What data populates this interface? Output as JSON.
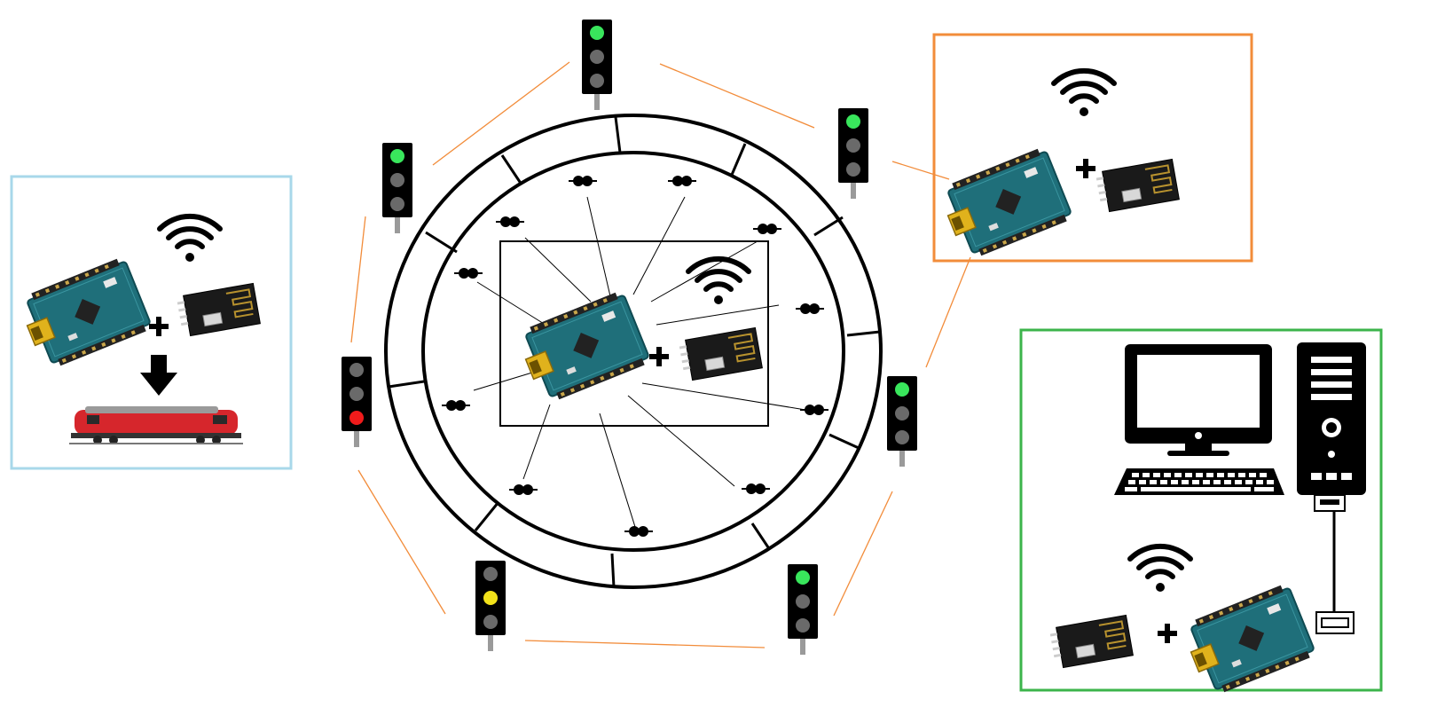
{
  "title": "",
  "boxes": {
    "locomotive_node": {
      "label": "",
      "border_color": "#a8d8ea"
    },
    "signal_node": {
      "label": "",
      "border_color": "#f28c3a"
    },
    "pc_node": {
      "label": "",
      "border_color": "#3cb44b"
    }
  },
  "signals": [
    {
      "id": "top",
      "aspect": "green"
    },
    {
      "id": "top-right",
      "aspect": "green"
    },
    {
      "id": "right",
      "aspect": "green"
    },
    {
      "id": "bottom-right",
      "aspect": "green"
    },
    {
      "id": "bottom",
      "aspect": "yellow"
    },
    {
      "id": "left",
      "aspect": "red"
    },
    {
      "id": "top-left",
      "aspect": "green"
    }
  ],
  "colors": {
    "signal_green": "#39e65c",
    "signal_yellow": "#f2e21a",
    "signal_red": "#f01b1b",
    "signal_off": "#6a6a6a",
    "link_line": "#f28c3a",
    "board_teal": "#1f6f7a",
    "locomotive_red": "#d6262c"
  },
  "icons": [
    "wifi-icon",
    "arduino-nano-icon",
    "nrf24-radio-module-icon",
    "plus-icon",
    "down-arrow-icon",
    "locomotive-icon",
    "monitor-icon",
    "keyboard-icon",
    "pc-tower-icon",
    "usb-cable-icon",
    "reed-sensor-icon"
  ]
}
